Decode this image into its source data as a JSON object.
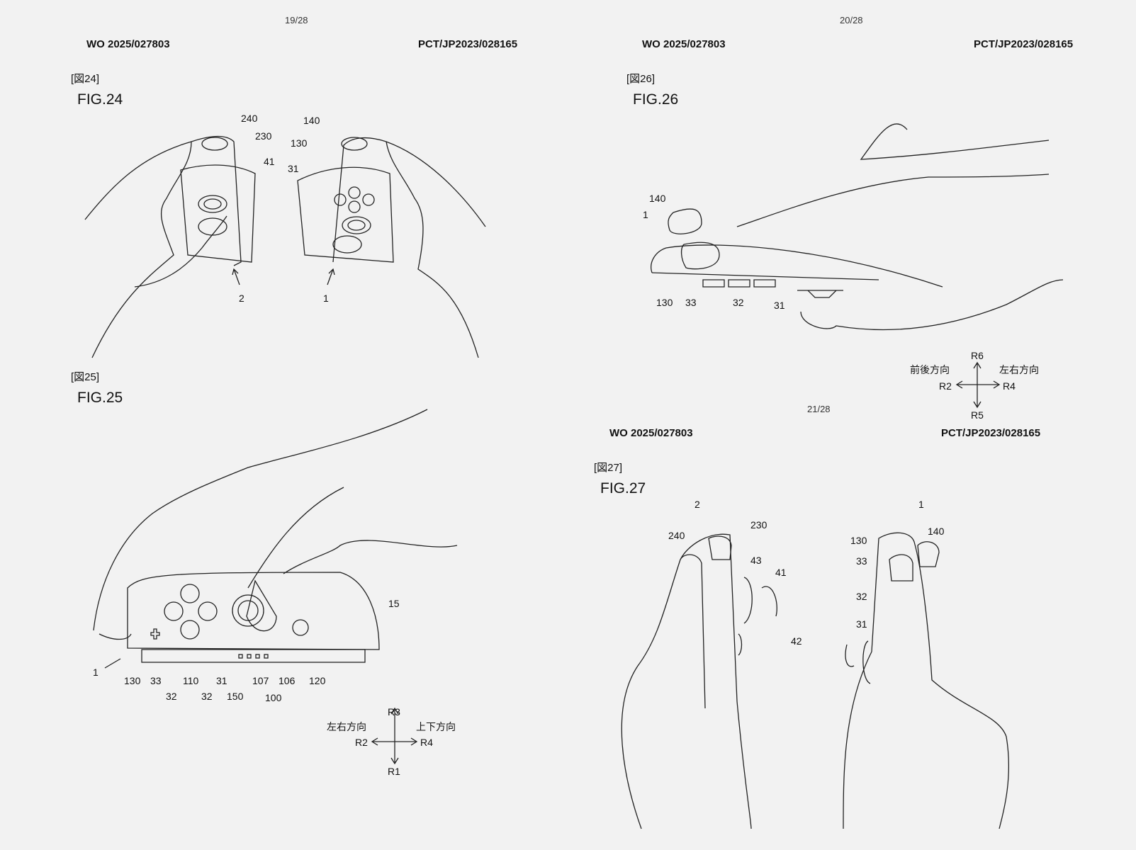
{
  "pages": [
    {
      "page_number": "19/28",
      "publication": "WO 2025/027803",
      "application": "PCT/JP2023/028165"
    },
    {
      "page_number": "20/28",
      "publication": "WO 2025/027803",
      "application": "PCT/JP2023/028165"
    },
    {
      "page_number": "21/28",
      "publication": "WO 2025/027803",
      "application": "PCT/JP2023/028165"
    }
  ],
  "fig24": {
    "bracket": "[図24]",
    "title": "FIG.24",
    "refs": [
      "240",
      "230",
      "41",
      "140",
      "130",
      "31",
      "2",
      "1"
    ]
  },
  "fig25": {
    "bracket": "[図25]",
    "title": "FIG.25",
    "refs": [
      "15",
      "1",
      "130",
      "33",
      "32",
      "110",
      "32",
      "31",
      "150",
      "107",
      "106",
      "120",
      "100"
    ],
    "axes": {
      "up": "R3",
      "left": "R2",
      "right": "R4",
      "down": "R1",
      "horizontal_label": "左右方向",
      "vertical_label": "上下方向"
    }
  },
  "fig26": {
    "bracket": "[図26]",
    "title": "FIG.26",
    "refs": [
      "140",
      "1",
      "130",
      "33",
      "32",
      "31"
    ],
    "axes": {
      "up": "R6",
      "left": "R2",
      "right": "R4",
      "down": "R5",
      "front_back_label": "前後方向",
      "horizontal_label": "左右方向"
    }
  },
  "fig27": {
    "bracket": "[図27]",
    "title": "FIG.27",
    "refs": [
      "2",
      "230",
      "240",
      "43",
      "41",
      "42",
      "1",
      "130",
      "140",
      "33",
      "32",
      "31"
    ]
  }
}
